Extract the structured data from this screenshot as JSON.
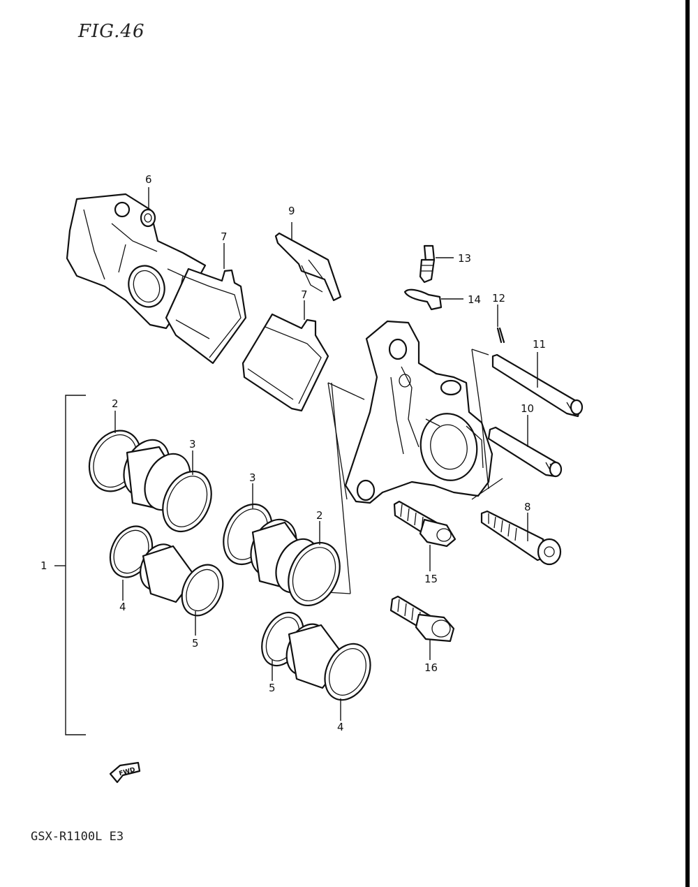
{
  "figure": {
    "title": "FIG.46",
    "model": "GSX-R1100L E3",
    "fwd_label": "FWD"
  },
  "callouts": {
    "p1": "1",
    "p2a": "2",
    "p2b": "2",
    "p3a": "3",
    "p3b": "3",
    "p4a": "4",
    "p4b": "4",
    "p5a": "5",
    "p5b": "5",
    "p6": "6",
    "p7a": "7",
    "p7b": "7",
    "p8": "8",
    "p9": "9",
    "p10": "10",
    "p11": "11",
    "p12": "12",
    "p13": "13",
    "p14": "14",
    "p15": "15",
    "p16": "16"
  }
}
